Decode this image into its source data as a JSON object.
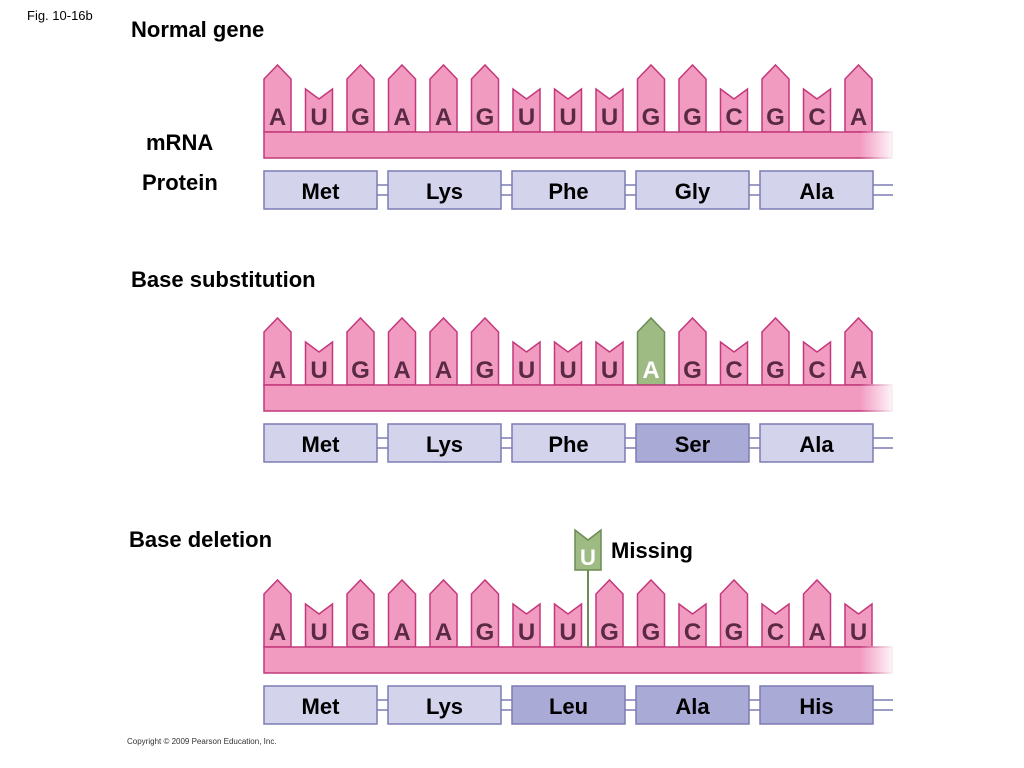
{
  "figure_label": "Fig. 10-16b",
  "labels": {
    "mrna": "mRNA",
    "protein": "Protein",
    "missing": "Missing"
  },
  "copyright": "Copyright © 2009 Pearson Education, Inc.",
  "colors": {
    "base_fill": "#f29bc1",
    "base_stroke": "#c2387a",
    "backbone_fill": "#f29bc1",
    "protein_fill_normal": "#d3d3ec",
    "protein_fill_changed": "#aaaad6",
    "protein_stroke": "#7c7cb4",
    "mutant_fill": "#9dbb83",
    "mutant_stroke": "#6c8c55",
    "mutant_text": "#ffffff"
  },
  "panels": [
    {
      "title": "Normal gene",
      "bases": [
        {
          "letter": "A",
          "shape": "purine"
        },
        {
          "letter": "U",
          "shape": "pyrimidine"
        },
        {
          "letter": "G",
          "shape": "purine"
        },
        {
          "letter": "A",
          "shape": "purine"
        },
        {
          "letter": "A",
          "shape": "purine"
        },
        {
          "letter": "G",
          "shape": "purine"
        },
        {
          "letter": "U",
          "shape": "pyrimidine"
        },
        {
          "letter": "U",
          "shape": "pyrimidine"
        },
        {
          "letter": "U",
          "shape": "pyrimidine"
        },
        {
          "letter": "G",
          "shape": "purine"
        },
        {
          "letter": "G",
          "shape": "purine"
        },
        {
          "letter": "C",
          "shape": "pyrimidine"
        },
        {
          "letter": "G",
          "shape": "purine"
        },
        {
          "letter": "C",
          "shape": "pyrimidine"
        },
        {
          "letter": "A",
          "shape": "purine"
        }
      ],
      "amino_acids": [
        {
          "name": "Met",
          "changed": false
        },
        {
          "name": "Lys",
          "changed": false
        },
        {
          "name": "Phe",
          "changed": false
        },
        {
          "name": "Gly",
          "changed": false
        },
        {
          "name": "Ala",
          "changed": false
        }
      ]
    },
    {
      "title": "Base substitution",
      "bases": [
        {
          "letter": "A",
          "shape": "purine"
        },
        {
          "letter": "U",
          "shape": "pyrimidine"
        },
        {
          "letter": "G",
          "shape": "purine"
        },
        {
          "letter": "A",
          "shape": "purine"
        },
        {
          "letter": "A",
          "shape": "purine"
        },
        {
          "letter": "G",
          "shape": "purine"
        },
        {
          "letter": "U",
          "shape": "pyrimidine"
        },
        {
          "letter": "U",
          "shape": "pyrimidine"
        },
        {
          "letter": "U",
          "shape": "pyrimidine"
        },
        {
          "letter": "A",
          "shape": "purine",
          "mutant": true
        },
        {
          "letter": "G",
          "shape": "purine"
        },
        {
          "letter": "C",
          "shape": "pyrimidine"
        },
        {
          "letter": "G",
          "shape": "purine"
        },
        {
          "letter": "C",
          "shape": "pyrimidine"
        },
        {
          "letter": "A",
          "shape": "purine"
        }
      ],
      "amino_acids": [
        {
          "name": "Met",
          "changed": false
        },
        {
          "name": "Lys",
          "changed": false
        },
        {
          "name": "Phe",
          "changed": false
        },
        {
          "name": "Ser",
          "changed": true
        },
        {
          "name": "Ala",
          "changed": false
        }
      ]
    },
    {
      "title": "Base deletion",
      "bases": [
        {
          "letter": "A",
          "shape": "purine"
        },
        {
          "letter": "U",
          "shape": "pyrimidine"
        },
        {
          "letter": "G",
          "shape": "purine"
        },
        {
          "letter": "A",
          "shape": "purine"
        },
        {
          "letter": "A",
          "shape": "purine"
        },
        {
          "letter": "G",
          "shape": "purine"
        },
        {
          "letter": "U",
          "shape": "pyrimidine"
        },
        {
          "letter": "U",
          "shape": "pyrimidine"
        },
        {
          "letter": "G",
          "shape": "purine"
        },
        {
          "letter": "G",
          "shape": "purine"
        },
        {
          "letter": "C",
          "shape": "pyrimidine"
        },
        {
          "letter": "G",
          "shape": "purine"
        },
        {
          "letter": "C",
          "shape": "pyrimidine"
        },
        {
          "letter": "A",
          "shape": "purine"
        },
        {
          "letter": "U",
          "shape": "pyrimidine"
        }
      ],
      "amino_acids": [
        {
          "name": "Met",
          "changed": false
        },
        {
          "name": "Lys",
          "changed": false
        },
        {
          "name": "Leu",
          "changed": true
        },
        {
          "name": "Ala",
          "changed": true
        },
        {
          "name": "His",
          "changed": true
        }
      ],
      "missing_base": {
        "letter": "U",
        "shape": "pyrimidine"
      }
    }
  ]
}
